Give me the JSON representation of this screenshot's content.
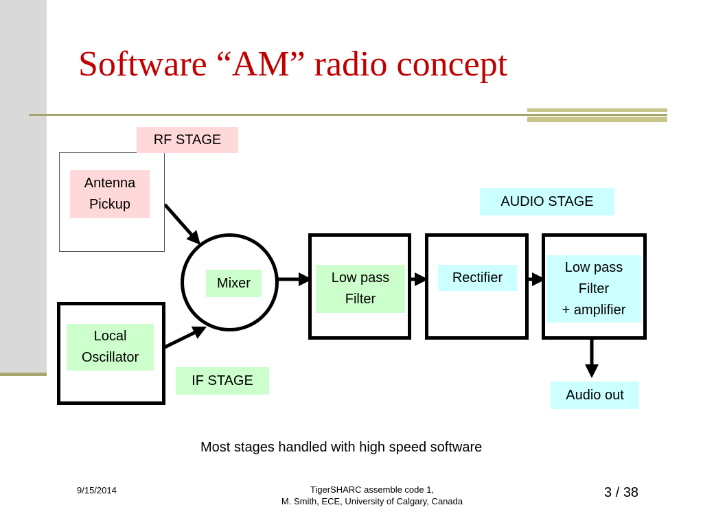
{
  "slide": {
    "title": "Software “AM” radio concept",
    "caption": "Most stages handled with high speed software",
    "footer": {
      "date": "9/15/2014",
      "center_line1": "TigerSHARC assemble code 1,",
      "center_line2": "M. Smith, ECE, University of Calgary, Canada",
      "page_current": "3",
      "page_separator": "/",
      "page_total": "38"
    }
  },
  "diagram": {
    "stage_labels": {
      "rf": "RF STAGE",
      "if": "IF STAGE",
      "audio": "AUDIO STAGE"
    },
    "blocks": {
      "antenna": "Antenna\nPickup",
      "local_oscillator": "Local\nOscillator",
      "mixer": "Mixer",
      "low_pass_filter": "Low pass\nFilter",
      "rectifier": "Rectifier",
      "low_pass_amplifier": "Low pass\nFilter\n+ amplifier",
      "audio_out": "Audio out"
    }
  },
  "colors": {
    "title": "#c00000",
    "rf_label": "#ffd9d9",
    "if_label": "#ccffcc",
    "audio_label": "#ccffff",
    "accent_rule": "#a5a66e"
  }
}
